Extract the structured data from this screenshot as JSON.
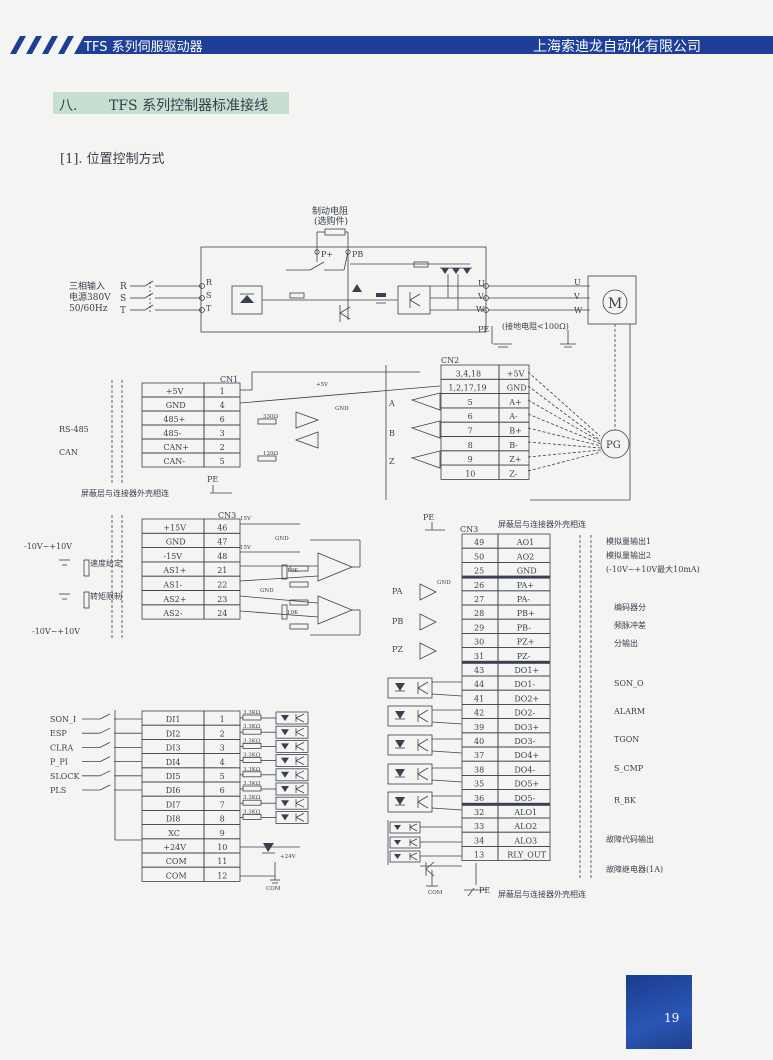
{
  "header": {
    "left_title": "TFS 系列伺服驱动器",
    "right_title": "上海索迪龙自动化有限公司",
    "bar_color": "#1e3f97"
  },
  "section": {
    "number": "八.",
    "title": "TFS 系列控制器标准接线"
  },
  "subsection": "[1]. 位置控制方式",
  "power": {
    "brake_resistor": "制动电阻",
    "brake_optional": "(选购件)",
    "p_plus": "P+",
    "pb": "PB",
    "input_line1": "三相输入",
    "input_line2": "电源380V",
    "input_line3": "50/60Hz",
    "input_pins": [
      "R",
      "S",
      "T"
    ],
    "drive_in": [
      "R",
      "S",
      "T"
    ],
    "drive_out": [
      "U",
      "V",
      "W"
    ],
    "motor_pins": [
      "U",
      "V",
      "W"
    ],
    "motor": "M",
    "pe": "PE",
    "ground_note": "(接地电阻<100Ω)"
  },
  "cn1": {
    "label": "CN1",
    "rows": [
      {
        "name": "+5V",
        "pin": "1"
      },
      {
        "name": "GND",
        "pin": "4"
      },
      {
        "name": "485+",
        "pin": "6"
      },
      {
        "name": "485-",
        "pin": "3"
      },
      {
        "name": "CAN+",
        "pin": "2"
      },
      {
        "name": "CAN-",
        "pin": "5"
      }
    ],
    "rs485": "RS-485",
    "can": "CAN",
    "pe": "PE",
    "shield_note": "屏蔽层与连接器外壳相连",
    "res1": "330Ω",
    "res2": "120Ω",
    "plus5": "+5V",
    "gnd": "GND"
  },
  "cn2": {
    "label": "CN2",
    "rows": [
      {
        "pin": "3,4,18",
        "name": "+5V"
      },
      {
        "pin": "1,2,17,19",
        "name": "GND"
      },
      {
        "pin": "5",
        "name": "A+"
      },
      {
        "pin": "6",
        "name": "A-"
      },
      {
        "pin": "7",
        "name": "B+"
      },
      {
        "pin": "8",
        "name": "B-"
      },
      {
        "pin": "9",
        "name": "Z+"
      },
      {
        "pin": "10",
        "name": "Z-"
      }
    ],
    "abz": [
      "A",
      "B",
      "Z"
    ],
    "pg": "PG",
    "pe": "PE",
    "shield_note": "屏蔽层与连接器外壳相连"
  },
  "cn3_left": {
    "label": "CN3",
    "rows": [
      {
        "name": "+15V",
        "pin": "46"
      },
      {
        "name": "GND",
        "pin": "47"
      },
      {
        "name": "-15V",
        "pin": "48"
      },
      {
        "name": "AS1+",
        "pin": "21"
      },
      {
        "name": "AS1-",
        "pin": "22"
      },
      {
        "name": "AS2+",
        "pin": "23"
      },
      {
        "name": "AS2-",
        "pin": "24"
      }
    ],
    "range_top": "-10V~+10V",
    "range_bottom": "-10V~+10V",
    "speed": "速度给定",
    "torque": "转矩限制",
    "v15": "15V",
    "gnd": "GND",
    "r10k": "10K"
  },
  "cn3_di": {
    "rows": [
      {
        "name": "DI1",
        "pin": "1"
      },
      {
        "name": "DI2",
        "pin": "2"
      },
      {
        "name": "DI3",
        "pin": "3"
      },
      {
        "name": "DI4",
        "pin": "4"
      },
      {
        "name": "DI5",
        "pin": "5"
      },
      {
        "name": "DI6",
        "pin": "6"
      },
      {
        "name": "DI7",
        "pin": "7"
      },
      {
        "name": "DI8",
        "pin": "8"
      },
      {
        "name": "XC",
        "pin": "9"
      },
      {
        "name": "+24V",
        "pin": "10"
      },
      {
        "name": "COM",
        "pin": "11"
      },
      {
        "name": "COM",
        "pin": "12"
      }
    ],
    "inputs": [
      "SON_I",
      "ESP",
      "CLRA",
      "P_PI",
      "SLOCK",
      "PLS"
    ],
    "res": "3.3KΩ",
    "v24": "+24V",
    "com": "COM"
  },
  "cn3_right": {
    "label": "CN3",
    "shield_note_top": "屏蔽层与连接器外壳相连",
    "pe": "PE",
    "analog": [
      {
        "pin": "49",
        "name": "AO1"
      },
      {
        "pin": "50",
        "name": "AO2"
      },
      {
        "pin": "25",
        "name": "GND"
      }
    ],
    "analog_desc": [
      "模拟量输出1",
      "模拟量输出2",
      "(-10V~+10V最大10mA)"
    ],
    "pulse": [
      {
        "pin": "26",
        "name": "PA+"
      },
      {
        "pin": "27",
        "name": "PA-"
      },
      {
        "pin": "28",
        "name": "PB+"
      },
      {
        "pin": "29",
        "name": "PB-"
      },
      {
        "pin": "30",
        "name": "PZ+"
      },
      {
        "pin": "31",
        "name": "PZ-"
      }
    ],
    "pulse_labels": [
      "PA",
      "PB",
      "PZ"
    ],
    "pulse_desc": [
      "编码器分",
      "频脉冲差",
      "分输出"
    ],
    "do": [
      {
        "pin": "43",
        "name": "DO1+"
      },
      {
        "pin": "44",
        "name": "DO1-"
      },
      {
        "pin": "41",
        "name": "DO2+"
      },
      {
        "pin": "42",
        "name": "DO2-"
      },
      {
        "pin": "39",
        "name": "DO3+"
      },
      {
        "pin": "40",
        "name": "DO3-"
      },
      {
        "pin": "37",
        "name": "DO4+"
      },
      {
        "pin": "38",
        "name": "DO4-"
      },
      {
        "pin": "35",
        "name": "DO5+"
      },
      {
        "pin": "36",
        "name": "DO5-"
      }
    ],
    "do_desc": [
      "SON_O",
      "ALARM",
      "TGON",
      "S_CMP",
      "R_BK"
    ],
    "alarm": [
      {
        "pin": "32",
        "name": "ALO1"
      },
      {
        "pin": "33",
        "name": "ALO2"
      },
      {
        "pin": "34",
        "name": "ALO3"
      },
      {
        "pin": "13",
        "name": "RLY_OUT"
      }
    ],
    "alarm_desc": "故障代码输出",
    "relay_desc": "故障继电器(1A)",
    "shield_note_bottom": "屏蔽层与连接器外壳相连",
    "com": "COM",
    "gnd": "GND"
  },
  "page_number": "19"
}
